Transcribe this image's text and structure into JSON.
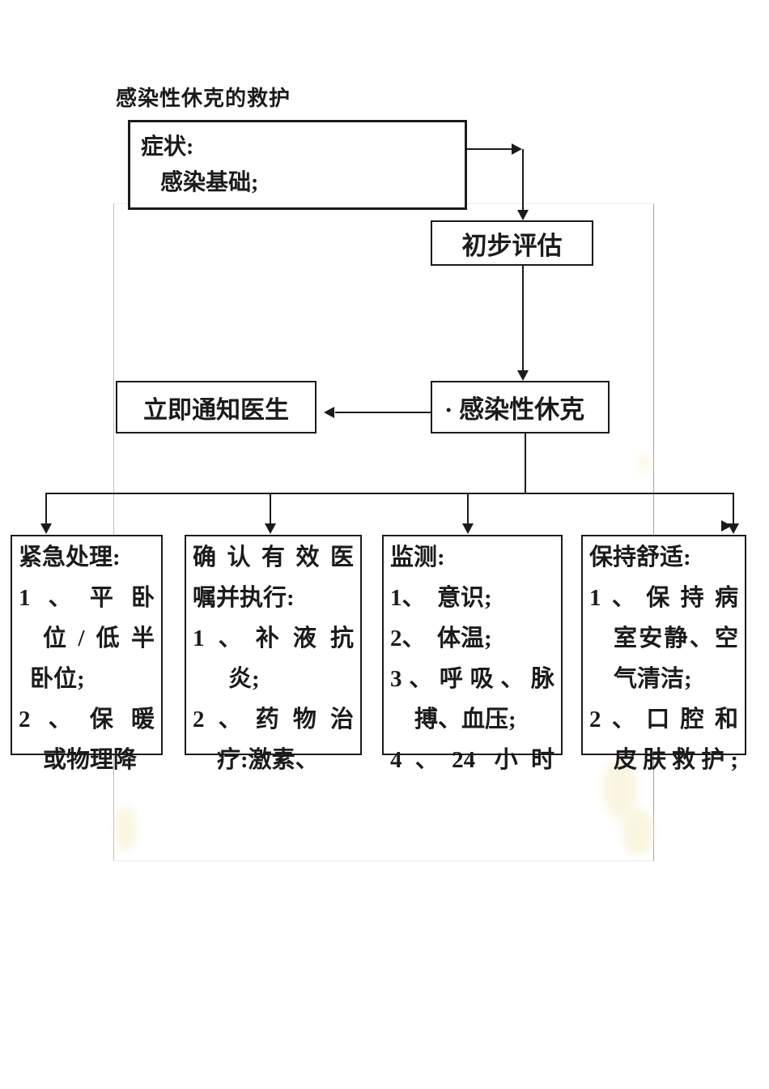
{
  "title": "感染性休克的救护",
  "flow": {
    "symptom": {
      "line1": "症状:",
      "line2": "感染基础;"
    },
    "assess_label": "初步评估",
    "notify_label": "立即通知医生",
    "shock_label": "· 感染性休克"
  },
  "bottom_boxes": [
    {
      "lines": [
        {
          "text": "紧急处理:",
          "style": "p"
        },
        {
          "text": "1、平卧",
          "style": "j"
        },
        {
          "text": "位/低半",
          "style": "i1 j"
        },
        {
          "text": "卧位;",
          "style": "i05"
        },
        {
          "text": "2、保暖",
          "style": "j"
        },
        {
          "text": "或物理降",
          "style": "i1"
        }
      ]
    },
    {
      "lines": [
        {
          "text": "确认有效医",
          "style": "j"
        },
        {
          "text": "嘱并执行:",
          "style": "p"
        },
        {
          "text": "1、补液抗",
          "style": "j"
        },
        {
          "text": "炎;",
          "style": "i15"
        },
        {
          "text": "2、药物治",
          "style": "j"
        },
        {
          "text": "疗:激素、",
          "style": "i1"
        }
      ]
    },
    {
      "lines": [
        {
          "text": "监测:",
          "style": "p"
        },
        {
          "text": "1、　意识;",
          "style": "p"
        },
        {
          "text": "2、　体温;",
          "style": "p"
        },
        {
          "text": "3、呼吸、脉",
          "style": "j"
        },
        {
          "text": "搏、血压;",
          "style": "i1"
        },
        {
          "text": "4、24 小时",
          "style": "j"
        }
      ]
    },
    {
      "lines": [
        {
          "text": "保持舒适:",
          "style": "p"
        },
        {
          "text": "1、保持病",
          "style": "j"
        },
        {
          "text": "室安静、空",
          "style": "i1 j"
        },
        {
          "text": "气清洁;",
          "style": "i1"
        },
        {
          "text": "2、口腔和",
          "style": "j"
        },
        {
          "text": "皮肤救护;",
          "style": "i1 j"
        }
      ]
    }
  ],
  "colors": {
    "ink": "#1b1b1b",
    "frame_gray": "#b0b0b0",
    "highlight_yellow": "#f5eec7"
  }
}
